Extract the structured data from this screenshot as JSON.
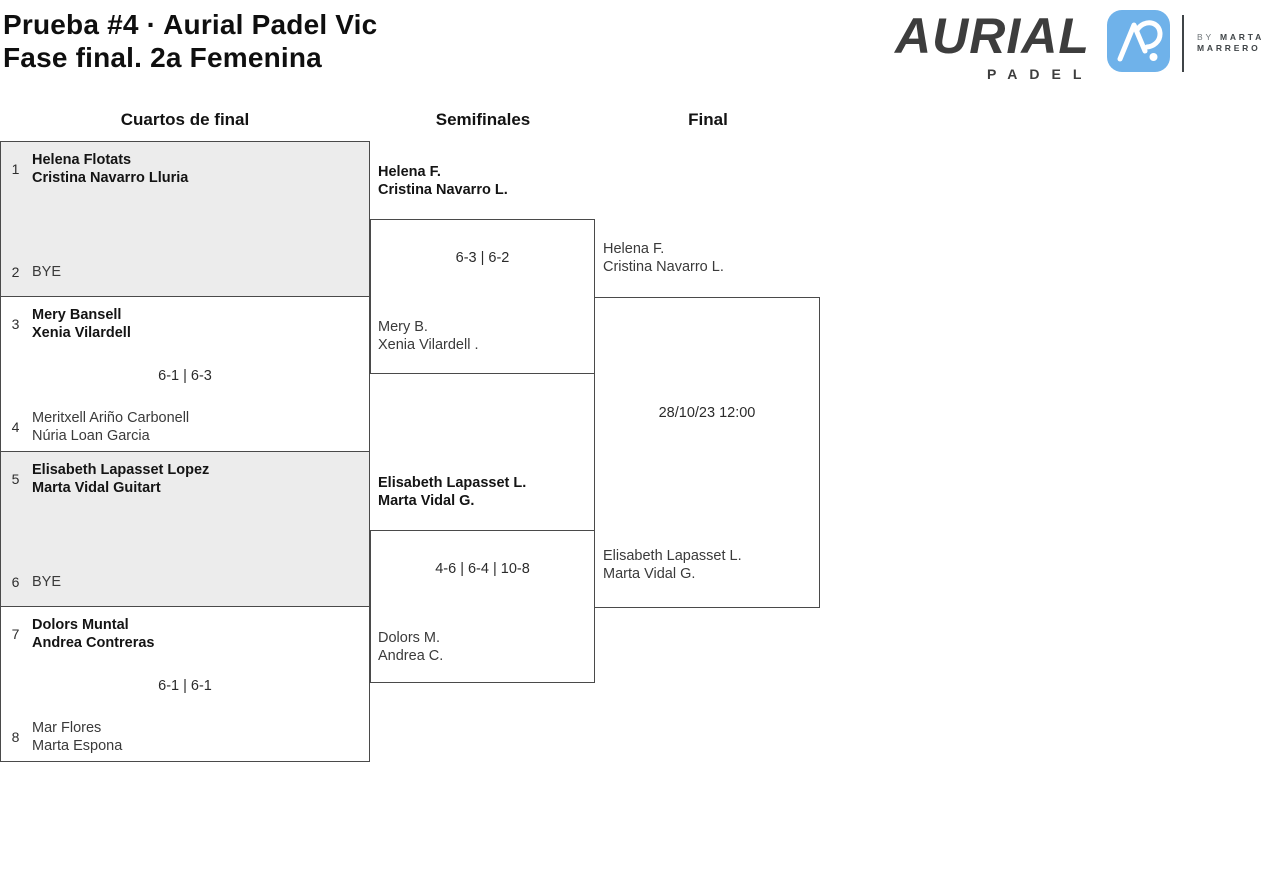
{
  "header": {
    "title_line1": "Prueba #4 · Aurial Padel Vic",
    "title_line2": "Fase final. 2a Femenina"
  },
  "logo": {
    "brand": "AURIAL",
    "brand_sub": "PADEL",
    "mark": "A?-monogram",
    "byline_by": "BY",
    "byline_name_line1": "MARTA",
    "byline_name_line2": "MARRERO",
    "mark_color": "#6fb2ea",
    "brand_color": "#3d3d3d"
  },
  "rounds": {
    "0": "Cuartos de final",
    "1": "Semifinales",
    "2": "Final"
  },
  "qf": [
    {
      "seed_top": "1",
      "top1": "Helena Flotats",
      "top2": "Cristina Navarro Lluria",
      "score": "",
      "seed_bottom": "2",
      "bottom1": "BYE",
      "bottom2": ""
    },
    {
      "seed_top": "3",
      "top1": "Mery Bansell",
      "top2": "Xenia Vilardell",
      "score": "6-1 | 6-3",
      "seed_bottom": "4",
      "bottom1": "Meritxell Ariño Carbonell",
      "bottom2": "Núria Loan Garcia"
    },
    {
      "seed_top": "5",
      "top1": "Elisabeth Lapasset Lopez",
      "top2": "Marta Vidal Guitart",
      "score": "",
      "seed_bottom": "6",
      "bottom1": "BYE",
      "bottom2": ""
    },
    {
      "seed_top": "7",
      "top1": "Dolors Muntal",
      "top2": "Andrea Contreras",
      "score": "6-1 | 6-1",
      "seed_bottom": "8",
      "bottom1": "Mar Flores",
      "bottom2": "Marta Espona"
    }
  ],
  "sf": [
    {
      "winner1": "Helena F.",
      "winner2": "Cristina Navarro L.",
      "score": "6-3 | 6-2",
      "loser1": "Mery B.",
      "loser2": "Xenia Vilardell ."
    },
    {
      "winner1": "Elisabeth Lapasset L.",
      "winner2": "Marta Vidal G.",
      "score": "4-6 | 6-4 | 10-8",
      "loser1": "Dolors M.",
      "loser2": "Andrea C."
    }
  ],
  "final": {
    "top1": "Helena F.",
    "top2": "Cristina Navarro L.",
    "schedule": "28/10/23 12:00",
    "bottom1": "Elisabeth Lapasset L.",
    "bottom2": "Marta Vidal G."
  },
  "colors": {
    "box_shaded_bg": "#ececec",
    "bracket_border": "#4a4a4a"
  }
}
